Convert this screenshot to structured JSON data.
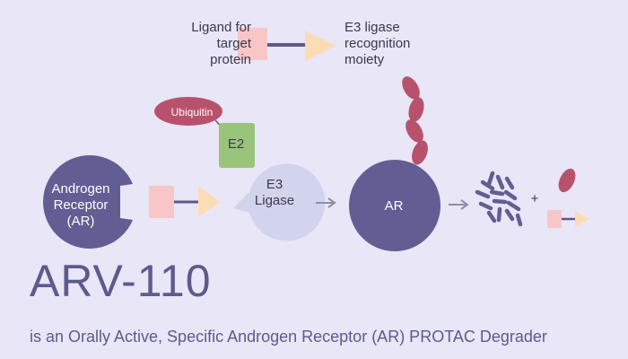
{
  "labels": {
    "ligand": "Ligand for\ntarget\nprotein",
    "e3_recognition": "E3 ligase\nrecognition\nmoiety",
    "ubiquitin": "Ubiquitin",
    "e2": "E2",
    "e3_ligase": "E3\nLigase",
    "androgen_receptor": "Androgen\nReceptor\n(AR)",
    "ar": "AR",
    "plus": "+"
  },
  "title": "ARV-110",
  "subtitle": "is an Orally Active, Specific Androgen Receptor (AR) PROTAC Degrader",
  "colors": {
    "background": "#e8e6f7",
    "receptor": "#625d92",
    "e3_ligase": "#d2d3ec",
    "ligand_square": "#f9c6c8",
    "recognition_triangle": "#fbdcb4",
    "linker": "#5e5987",
    "ubiquitin": "#b8526c",
    "e2": "#9ac47a",
    "fragment": "#625d92",
    "arrow": "#8f8da8",
    "text": "#3a3a4e",
    "title": "#5e5a8c"
  }
}
